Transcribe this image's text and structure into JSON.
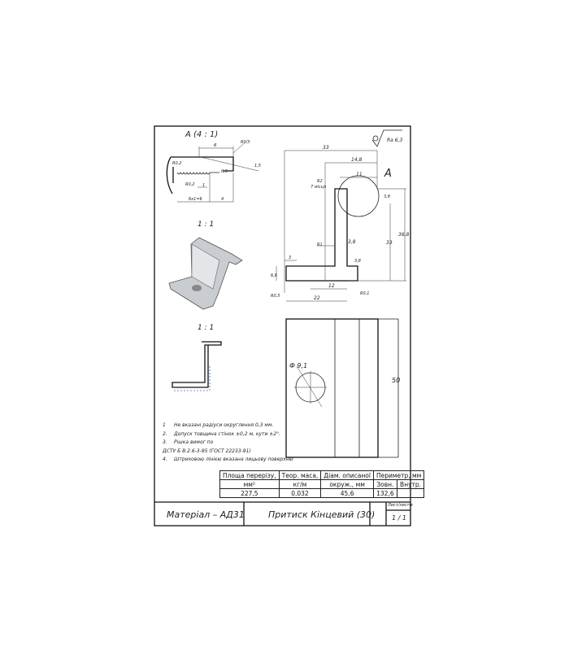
{
  "detail_view": {
    "title": "A (4 : 1)",
    "dims": [
      "6",
      "R0,3",
      "R0,2",
      "0,5",
      "1",
      "R0,2",
      "1,5",
      "6x1=6",
      "4"
    ]
  },
  "iso_view": {
    "scale": "1 : 1"
  },
  "section_view": {
    "scale": "1 : 1"
  },
  "roughness": "Ra 6,3",
  "main_view": {
    "dims": [
      "33",
      "14,8",
      "11",
      "A",
      "R2",
      "7 місця",
      "3,8",
      "R1",
      "3,8",
      "3",
      "6,8",
      "R0,5",
      "12",
      "22",
      "R0,1",
      "33",
      "36,8",
      "3,8"
    ]
  },
  "bottom_view": {
    "hole_dim": "Ф 9,1",
    "length": "50"
  },
  "notes": [
    {
      "num": "1",
      "text": "Не вказані радіуси округлення 0,3 мм."
    },
    {
      "num": "2.",
      "text": "Допуск товщина стінок ±0,2 м, кути ±2°."
    },
    {
      "num": "3.",
      "text": "Рішка вимог по"
    },
    {
      "num": "",
      "text": "ДСТУ Б В.2.6-3-95 (ГОСТ 22233-91)"
    },
    {
      "num": "4.",
      "text": "Штриховою лінією вказана лицьову поверхню"
    }
  ],
  "table": {
    "headers": [
      "Площа перерізу,",
      "Теор. маса,",
      "Діам. описаної",
      "Периметр, мм"
    ],
    "subheaders": [
      "мм²",
      "кг/м",
      "окруж., мм",
      "Зовн.",
      "Внутр."
    ],
    "values": [
      "227,5",
      "0,032",
      "45,6",
      "132,6",
      ""
    ]
  },
  "title_block": {
    "material": "Матеріал – АД31",
    "name": "Притиск Кінцевий (30)",
    "sheet_label": "Лист/листів",
    "sheet": "1 / 1"
  }
}
